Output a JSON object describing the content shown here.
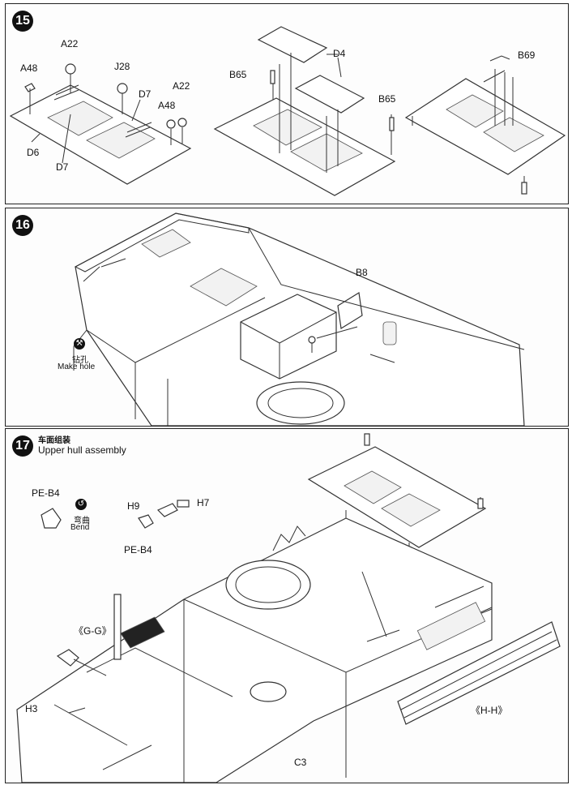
{
  "steps": {
    "s15": {
      "number": "15",
      "labels": {
        "a48_left": "A48",
        "a22_left": "A22",
        "j28": "J28",
        "d7_right": "D7",
        "a48_right": "A48",
        "a22_right": "A22",
        "d6": "D6",
        "d7_bottom": "D7",
        "b65_top": "B65",
        "d4": "D4",
        "b65_right": "B65",
        "b69": "B69"
      }
    },
    "s16": {
      "number": "16",
      "labels": {
        "b8": "B8",
        "make_hole_cn": "钻孔",
        "make_hole_en": "Make hole"
      }
    },
    "s17": {
      "number": "17",
      "title_cn": "车面组装",
      "title_en": "Upper hull assembly",
      "labels": {
        "pe_b4_top": "PE-B4",
        "bend_cn": "弯曲",
        "bend_en": "Bend",
        "h9": "H9",
        "h7": "H7",
        "pe_b4_mid": "PE-B4",
        "g_g": "《G-G》",
        "h3": "H3",
        "h_h": "《H-H》",
        "c3": "C3"
      }
    }
  },
  "icons": {
    "step_badge": "filled-black-circle",
    "drill": "drill-icon",
    "bend": "bend-icon"
  }
}
